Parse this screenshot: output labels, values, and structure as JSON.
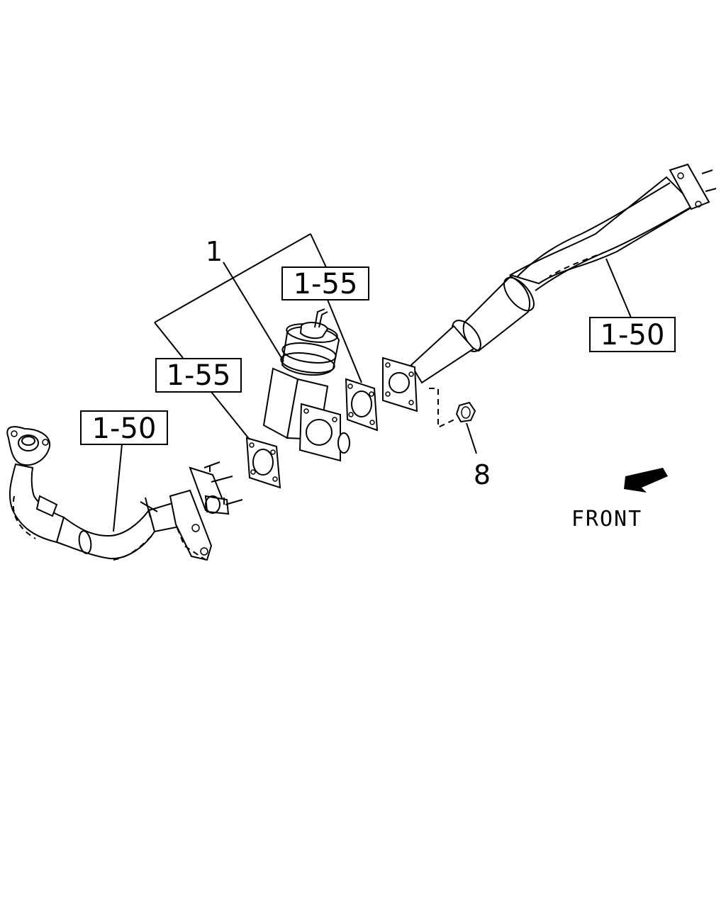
{
  "labels": {
    "callout_1": "1",
    "callout_8": "8",
    "box_upper_gasket": "1-55",
    "box_lower_gasket": "1-55",
    "box_rear_pipe": "1-50",
    "box_front_pipe": "1-50",
    "front_direction": "FRONT"
  },
  "icons": {
    "front_arrow": "arrow-down-left-icon"
  }
}
